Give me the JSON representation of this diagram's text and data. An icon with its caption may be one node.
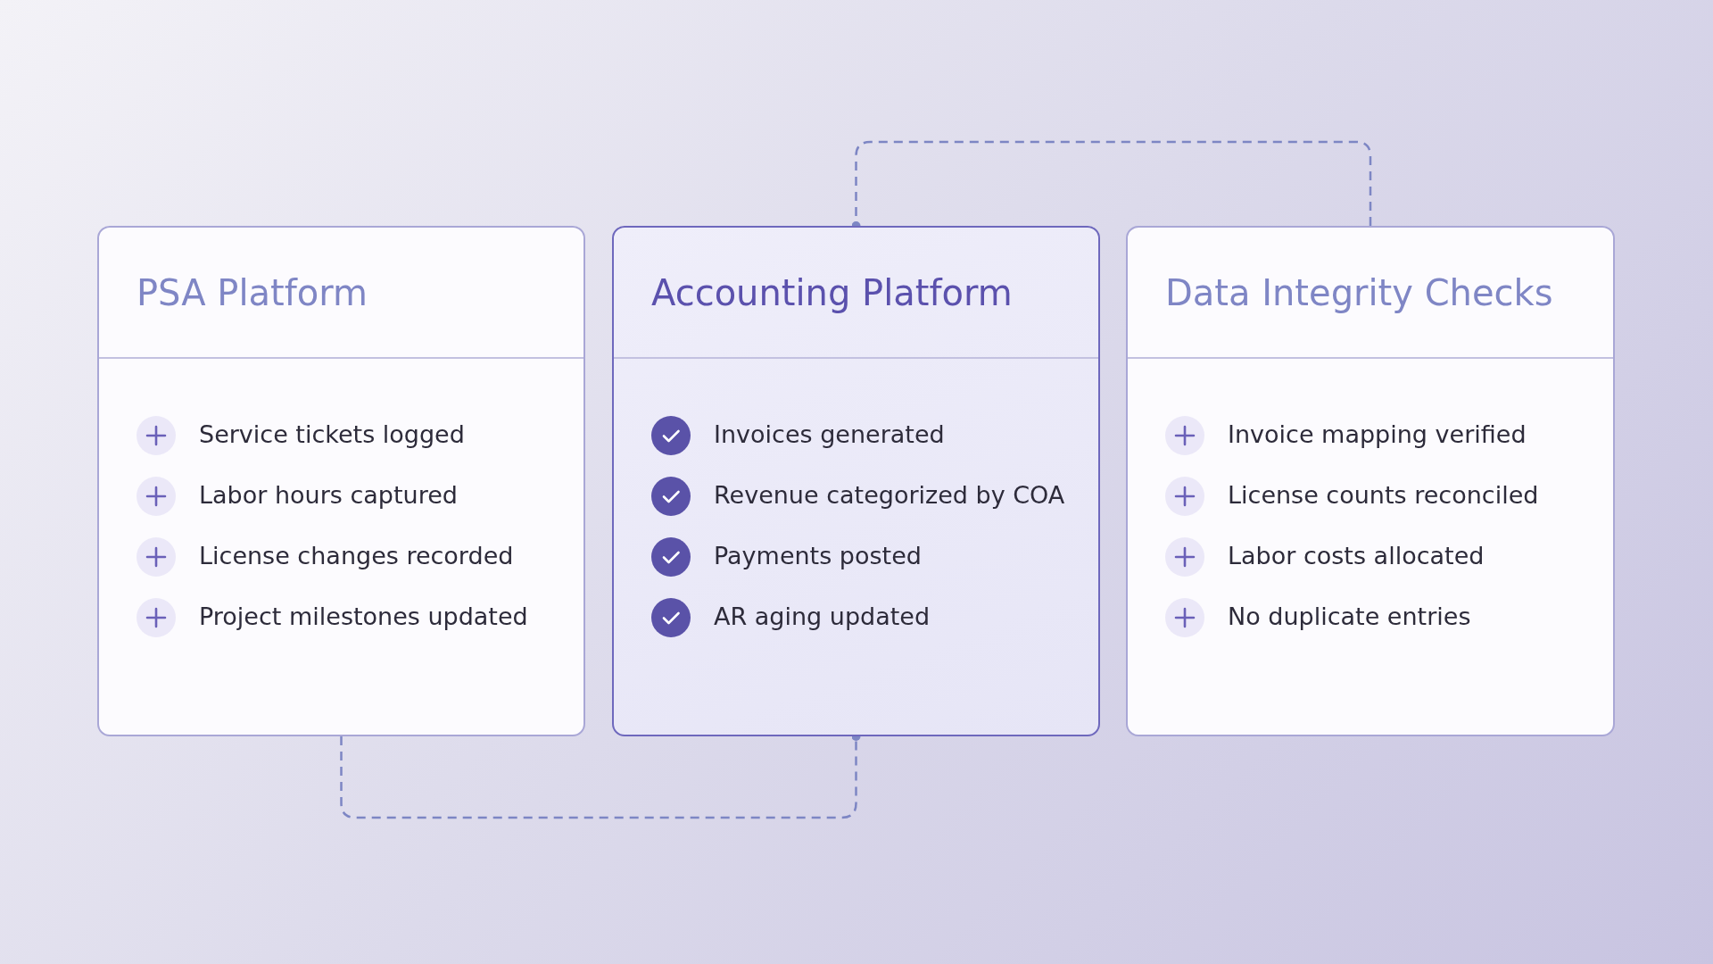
{
  "diagram": {
    "nodes": [
      {
        "text": [
          "PSA Platform",
          "Service tickets logged",
          "Labor hours captured",
          "License changes recorded",
          "Project milestones updated"
        ]
      },
      {
        "text": [
          "Accounting Platform",
          "Invoices generated",
          "Revenue categorized by COA",
          "Payments posted",
          "AR aging updated"
        ]
      },
      {
        "text": [
          "Data Integrity Checks",
          "Invoice mapping verified",
          "License counts reconciled",
          "Labor costs allocated",
          "No duplicate entries"
        ]
      }
    ],
    "edges": [
      {
        "from": 0,
        "to": 1,
        "arrow": "other",
        "style": "dashed"
      },
      {
        "from": 2,
        "to": 1,
        "arrow": "other",
        "style": "dashed"
      }
    ]
  }
}
